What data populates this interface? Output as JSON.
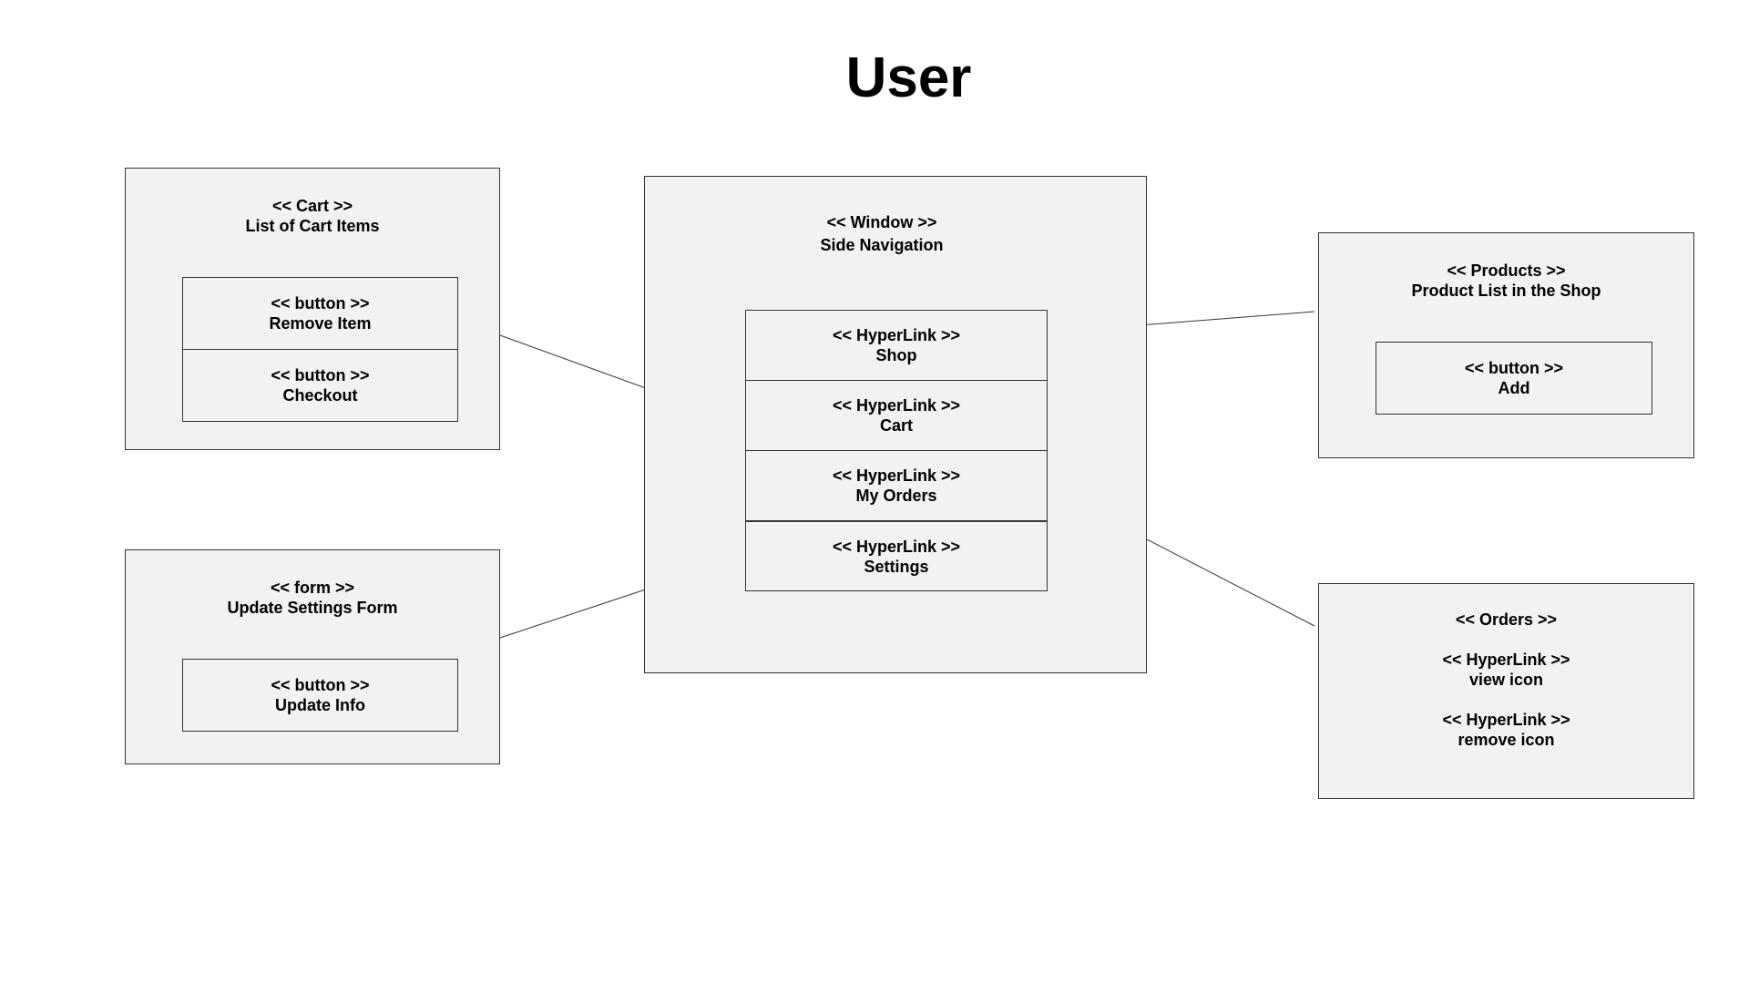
{
  "title": "User",
  "cart": {
    "stereotype": "<< Cart >>",
    "name": "List of Cart Items",
    "buttons": [
      {
        "stereotype": "<< button >>",
        "label": "Remove Item"
      },
      {
        "stereotype": "<< button >>",
        "label": "Checkout"
      }
    ]
  },
  "settings_form": {
    "stereotype": "<< form >>",
    "name": "Update Settings Form",
    "button": {
      "stereotype": "<< button >>",
      "label": "Update Info"
    }
  },
  "window": {
    "stereotype": "<< Window >>",
    "name": "Side Navigation",
    "links": [
      {
        "stereotype": "<< HyperLink >>",
        "label": "Shop"
      },
      {
        "stereotype": "<< HyperLink >>",
        "label": "Cart"
      },
      {
        "stereotype": "<< HyperLink >>",
        "label": "My Orders"
      },
      {
        "stereotype": "<< HyperLink >>",
        "label": "Settings"
      }
    ]
  },
  "products": {
    "stereotype": "<< Products >>",
    "name": "Product List in the Shop",
    "button": {
      "stereotype": "<< button >>",
      "label": "Add"
    }
  },
  "orders": {
    "stereotype": "<< Orders >>",
    "links": [
      {
        "stereotype": "<< HyperLink >>",
        "label": "view icon"
      },
      {
        "stereotype": "<< HyperLink >>",
        "label": "remove icon"
      }
    ]
  }
}
